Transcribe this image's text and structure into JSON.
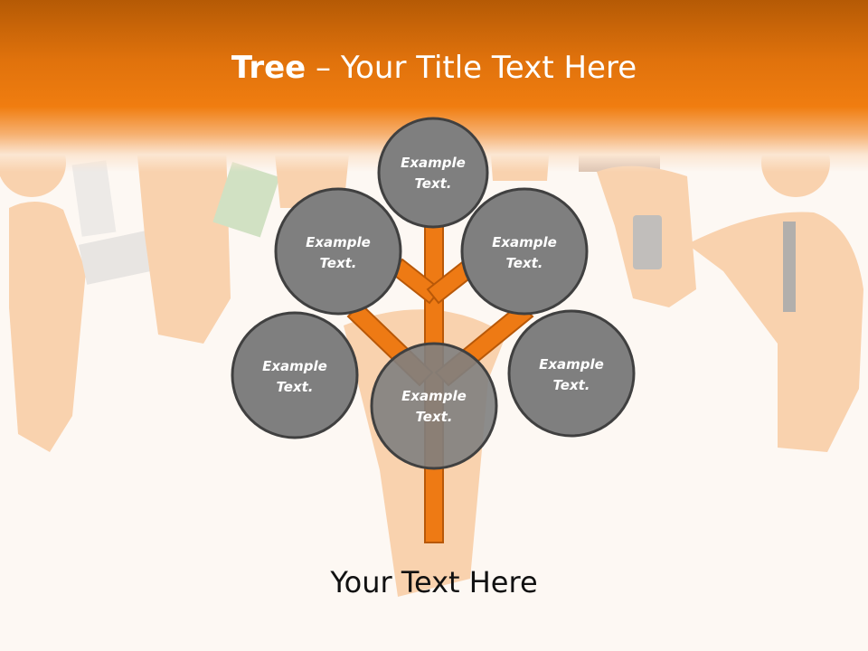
{
  "title": {
    "bold": "Tree",
    "separator": " – ",
    "rest": "Your Title Text Here"
  },
  "nodes": [
    {
      "id": "top",
      "line1": "Example",
      "line2": "Text."
    },
    {
      "id": "upper-left",
      "line1": "Example",
      "line2": "Text."
    },
    {
      "id": "upper-right",
      "line1": "Example",
      "line2": "Text."
    },
    {
      "id": "middle-left",
      "line1": "Example",
      "line2": "Text."
    },
    {
      "id": "center",
      "line1": "Example",
      "line2": "Text."
    },
    {
      "id": "middle-right",
      "line1": "Example",
      "line2": "Text."
    }
  ],
  "footer": {
    "text": "Your Text Here"
  },
  "colors": {
    "header_dark": "#b55a05",
    "header_orange": "#f07d10",
    "branch_fill": "#ee7a14",
    "branch_stroke": "#b85808",
    "node_fill": "#7f7f7f",
    "node_stroke": "#404040",
    "background": "#fdf8f3"
  }
}
